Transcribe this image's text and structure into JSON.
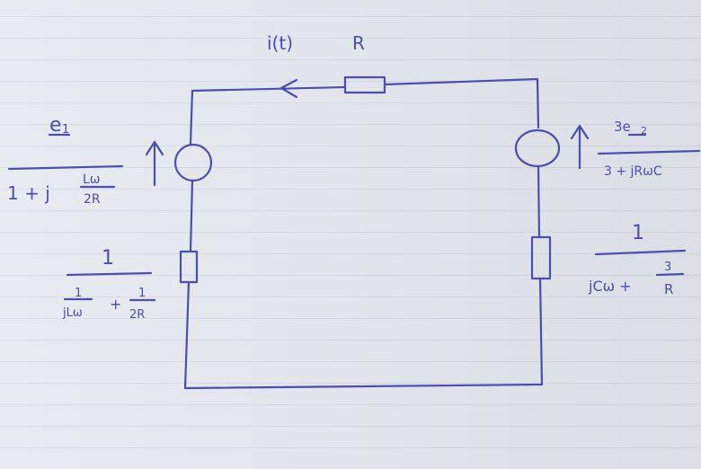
{
  "colors": {
    "paper": "#e4e8ee",
    "ink": "#4a4fb0"
  },
  "labels": {
    "current": "i(t)",
    "top_resistor": "R"
  },
  "left_source": {
    "numerator": "e",
    "numerator_sub": "1",
    "denominator_lead": "1 + j",
    "denominator_frac_num": "Lω",
    "denominator_frac_den": "2R"
  },
  "left_impedance": {
    "numerator": "1",
    "den_frac1_num": "1",
    "den_frac1_den": "jLω",
    "plus": "+",
    "den_frac2_num": "1",
    "den_frac2_den": "2R"
  },
  "right_source": {
    "numerator": "3e",
    "numerator_sub": "2",
    "denominator": "3 + jRωC"
  },
  "right_impedance": {
    "numerator": "1",
    "den_lead": "jCω +",
    "den_frac_num": "3",
    "den_frac_den": "R"
  }
}
